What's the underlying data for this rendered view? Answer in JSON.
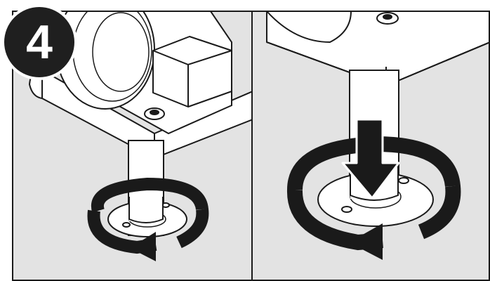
{
  "step_badge": {
    "number": "4"
  },
  "panels": [
    {
      "id": "left",
      "action": "rotate-only",
      "icons": [
        "rotate-arrow-icon"
      ]
    },
    {
      "id": "right",
      "action": "push-and-rotate",
      "icons": [
        "push-down-arrow-icon",
        "rotate-arrow-icon"
      ]
    }
  ],
  "colors": {
    "background": "#e3e3e3",
    "line": "#1a1a1a",
    "fill": "#ffffff",
    "arrow": "#1a1a1a",
    "badge": "#1f1f1f"
  }
}
